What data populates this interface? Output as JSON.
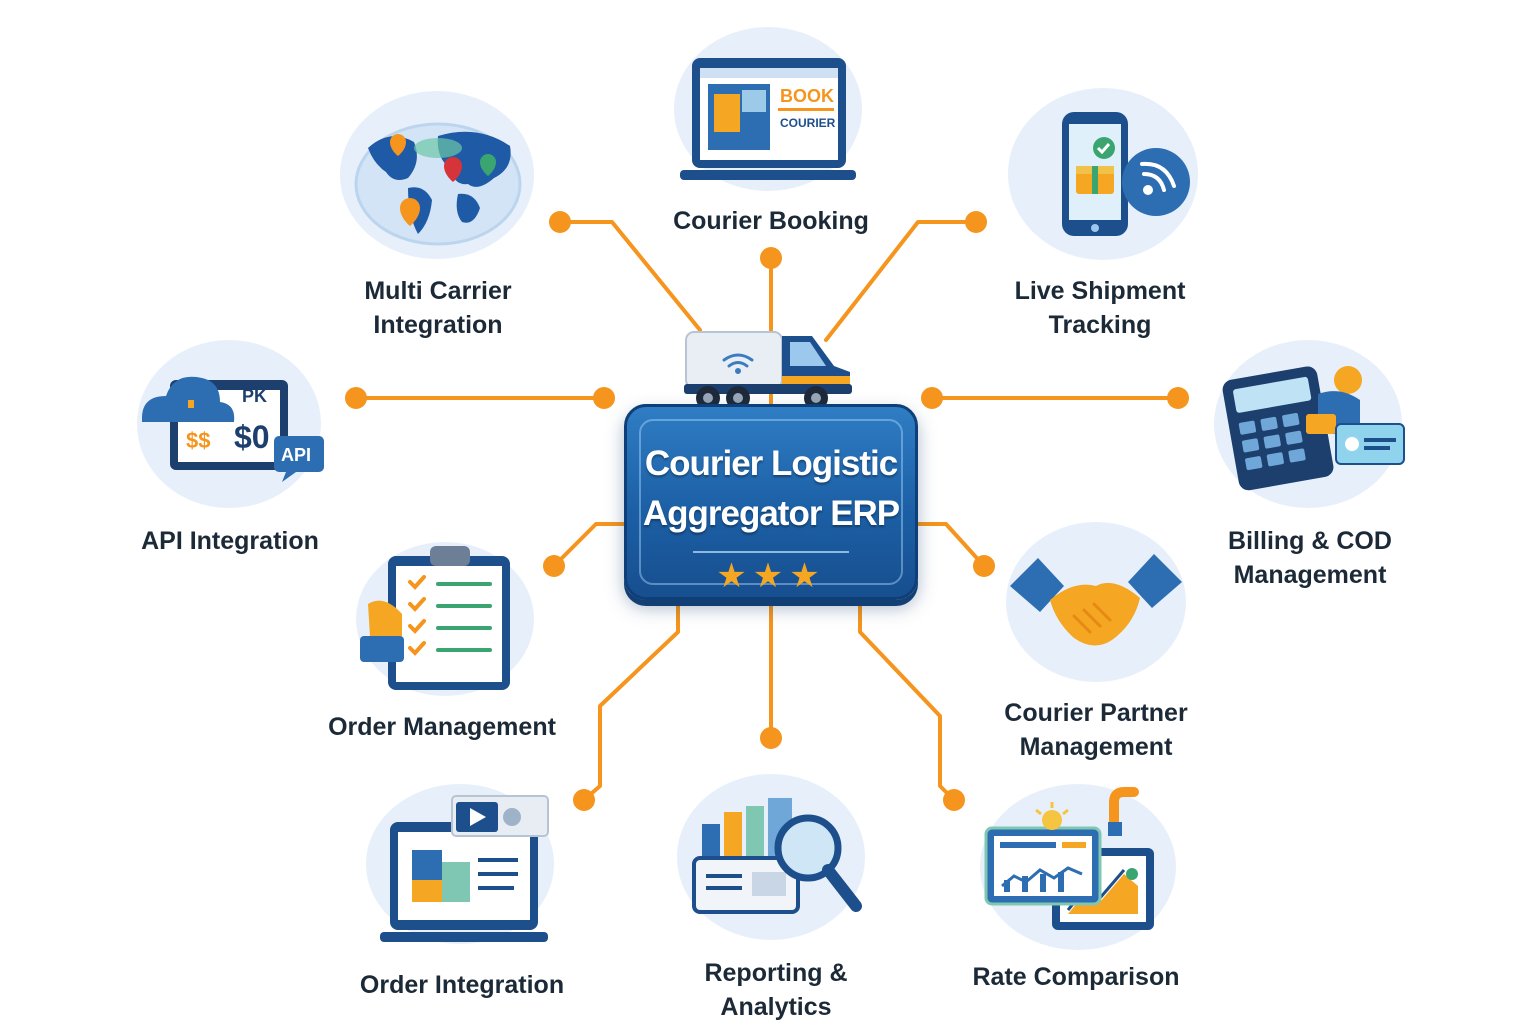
{
  "hub": {
    "title": "Courier Logistic\nAggregator ERP",
    "stars": "★★★"
  },
  "modules": [
    {
      "id": "courier-booking",
      "label": "Courier Booking",
      "icon": "laptop-booking-icon",
      "screen_text_1": "BOOK",
      "screen_text_2": "COURIER"
    },
    {
      "id": "multi-carrier",
      "label": "Multi Carrier\nIntegration",
      "icon": "globe-map-pins-icon"
    },
    {
      "id": "live-tracking",
      "label": "Live Shipment\nTracking",
      "icon": "phone-tracking-icon"
    },
    {
      "id": "api-integration",
      "label": "API Integration",
      "icon": "cloud-api-icon",
      "tag_text": "API"
    },
    {
      "id": "billing-cod",
      "label": "Billing & COD\nManagement",
      "icon": "calculator-card-icon"
    },
    {
      "id": "order-management",
      "label": "Order Management",
      "icon": "clipboard-checklist-icon"
    },
    {
      "id": "partner-management",
      "label": "Courier Partner\nManagement",
      "icon": "handshake-icon"
    },
    {
      "id": "order-integration",
      "label": "Order Integration",
      "icon": "laptop-integration-icon"
    },
    {
      "id": "reporting-analytics",
      "label": "Reporting &\nAnalytics",
      "icon": "chart-magnifier-icon"
    },
    {
      "id": "rate-comparison",
      "label": "Rate Comparison",
      "icon": "dashboard-compare-icon"
    }
  ],
  "colors": {
    "connector": "#f5951d",
    "primary_blue": "#1c5fa5",
    "dark_blue": "#123f74",
    "accent_orange": "#f5a623",
    "icon_bg": "#e7f0fa",
    "label_text": "#1c2a38"
  }
}
